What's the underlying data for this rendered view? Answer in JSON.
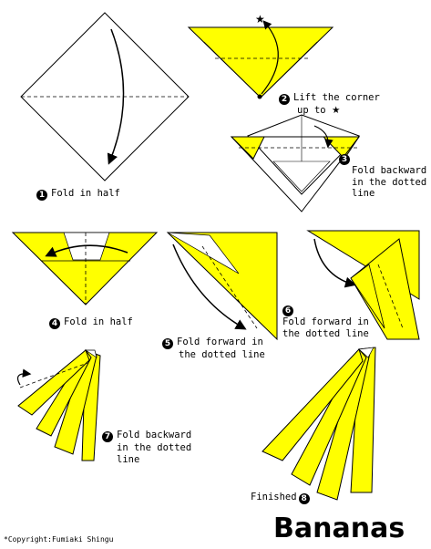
{
  "title": "Bananas",
  "copyright": "*Copyright:Fumiaki Shingu",
  "colors": {
    "paper_yellow": "#ffff00",
    "back_white": "#ffffff",
    "line": "#000000"
  },
  "steps": [
    {
      "num": "1",
      "lines": [
        "Fold in half"
      ]
    },
    {
      "num": "2",
      "lines": [
        "Lift the corner",
        "up to"
      ],
      "symbol": "★"
    },
    {
      "num": "3",
      "lines": [
        "Fold backward",
        "in the dotted",
        "line"
      ]
    },
    {
      "num": "4",
      "lines": [
        "Fold in half"
      ]
    },
    {
      "num": "5",
      "lines": [
        "Fold forward in",
        "the dotted line"
      ]
    },
    {
      "num": "6",
      "lines": [
        "Fold forward in",
        "the dotted line"
      ]
    },
    {
      "num": "7",
      "lines": [
        "Fold backward",
        "in the dotted",
        "line"
      ]
    },
    {
      "num": "8",
      "lines": [
        "Finished"
      ]
    }
  ]
}
